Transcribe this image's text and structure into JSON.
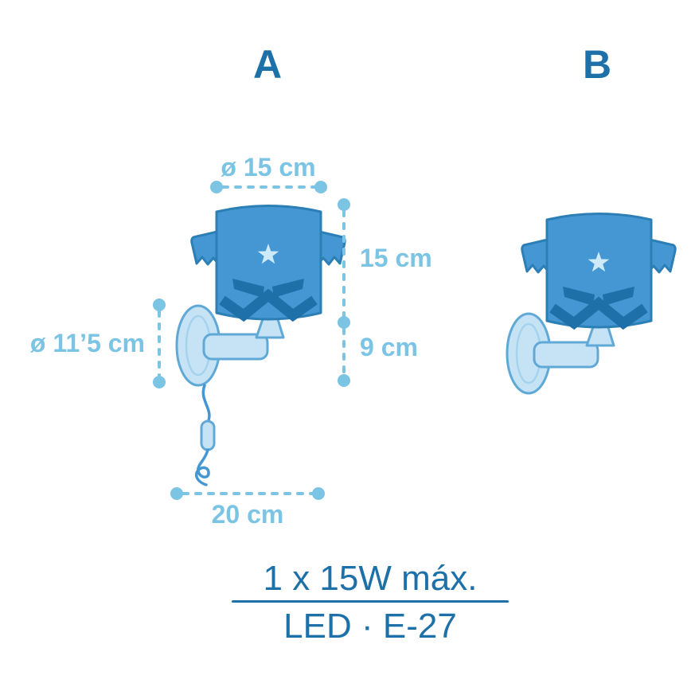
{
  "labels": {
    "variant_a": "A",
    "variant_b": "B"
  },
  "dimensions": {
    "top_width": "ø 15 cm",
    "shade_height": "15 cm",
    "arm_height": "9 cm",
    "base_diameter": "ø 11’5 cm",
    "bottom_width": "20 cm"
  },
  "specs": {
    "power": "1 x 15W máx.",
    "socket": "LED · E-27"
  },
  "colors": {
    "dark_blue_text": "#1d71a8",
    "dimension_blue": "#7cc4e4",
    "lamp_shade_blue": "#4597d3",
    "lamp_outline_blue": "#2c7fb5",
    "lamp_detail_dark": "#1d71a8",
    "mount_light_blue": "#c6e3f5",
    "mount_stroke": "#60a9d6",
    "star_light": "#cdeaf9",
    "background": "#ffffff"
  }
}
